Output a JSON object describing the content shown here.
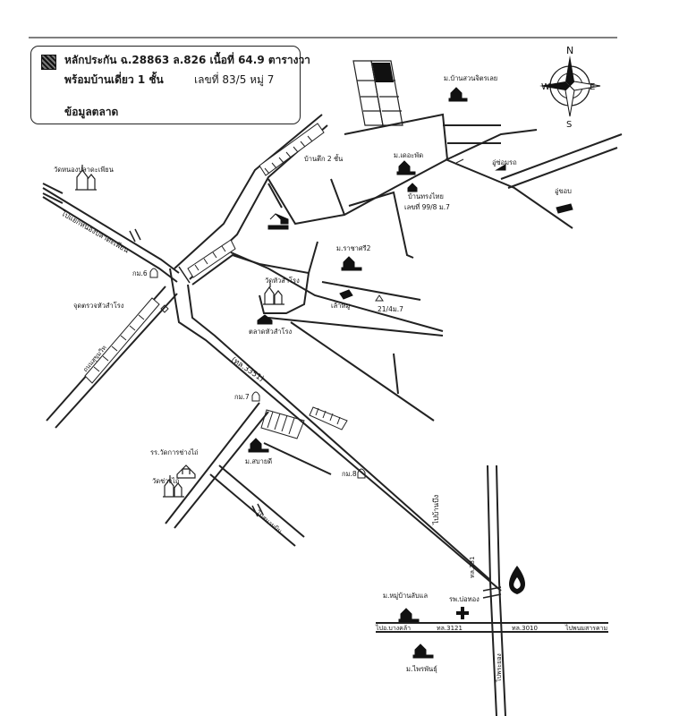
{
  "legend": {
    "line1": "หลักประกัน ฉ.28863 ล.826 เนื้อที่ 64.9 ตารางวา",
    "line2": "พร้อมบ้านเดี่ยว 1 ชั้น",
    "line2b": "เลขที่ 83/5 หมู่ 7",
    "line3": "ข้อมูลตลาด"
  },
  "compass": {
    "n": "N",
    "s": "S",
    "e": "E",
    "w": "W"
  },
  "labels": {
    "wat_nong_plak": "วัดหนองปลาดะเพียน",
    "to_nong_plak": "ไปแยกหนองปลาตะเพียน",
    "kom6": "กม.6",
    "checkpoint": "จุดตรวจหัวสำโรง",
    "road_2": "ถนนสุขุมวิท",
    "kom7": "กม.7",
    "kom8": "กม.8",
    "hwy_3351": "(ทล.3351)",
    "wat_huasamrong": "วัดหัวสำโรง",
    "market": "ตลาดหัวสำโรง",
    "rcs_watchang": "รร.วัดการช่างไถ่",
    "wat_changthai": "วัดช่างไถ่",
    "moo_sathit": "ม.สบายดี",
    "to_sanam": "ไปสนามบิน",
    "ban_2floor": "บ้านตึก 2 ชั้น",
    "village_top": "ม.บ้านสวนจิตรเลย",
    "village_pa": "ม.เดอะพัด",
    "house_thai": "บ้านทรงไทย",
    "house_no": "เลขที่ 99/8 ม.7",
    "rice_mill": "อู่ซ่อมรถ",
    "fish_pond": "อู่ขอบ",
    "moo_rachasri": "ม.ราชาศรี2",
    "house_21": "21/4ม.7",
    "duck": "เล้าหมู",
    "to_banbung": "ไปบ้านบึง",
    "hwy_331": "ทล.331",
    "moo_lap": "ม.หมู่บ้านลับแล",
    "hospital": "รพ.บ่อทอง",
    "to_bangkhla": "ไปอ.บางคล้า",
    "hwy_3121": "ทล.3121",
    "hwy_3010": "ทล.3010",
    "to_phanom": "ไปพนมสารคาม",
    "to_bo": "ไปพระยอง",
    "moo_bottom": "ม.ไพรพันธุ์"
  },
  "colors": {
    "ink": "#1a1a1a",
    "paper": "#ffffff"
  }
}
